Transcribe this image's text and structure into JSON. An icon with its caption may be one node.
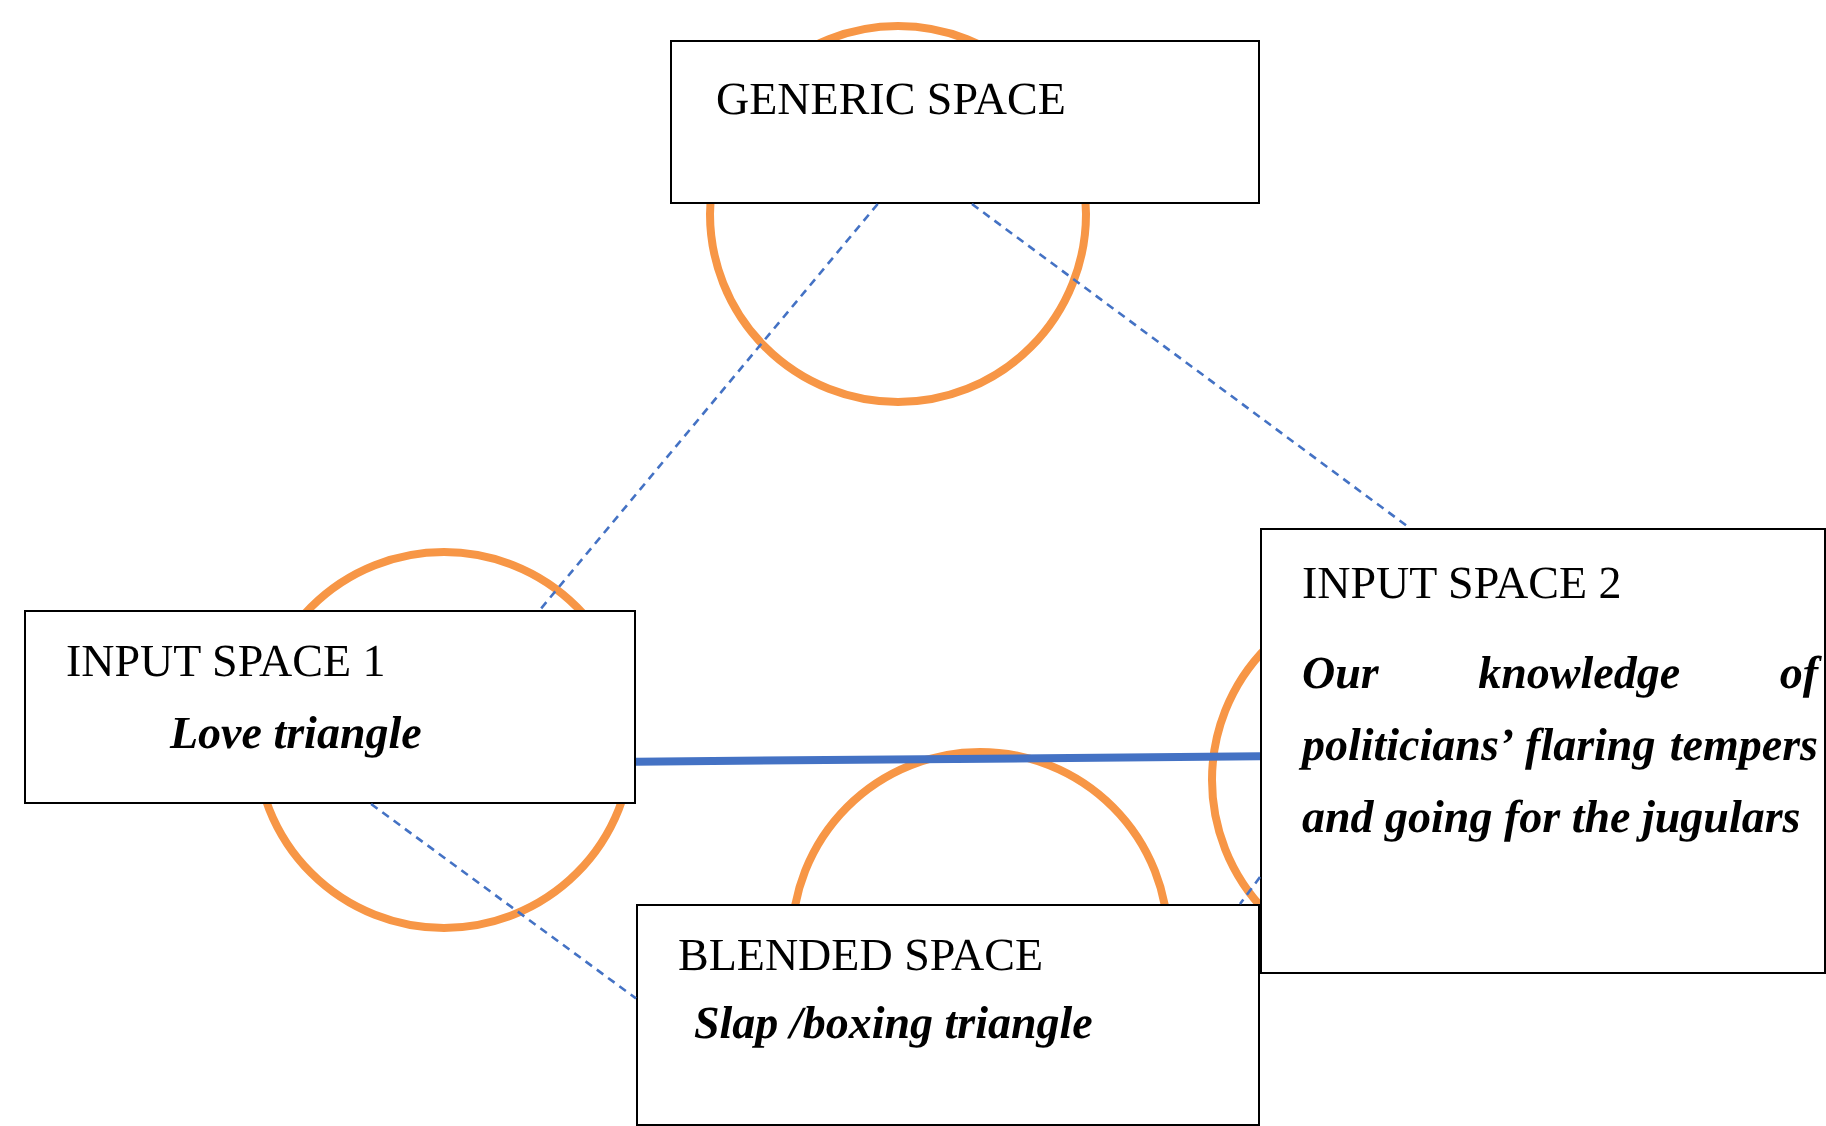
{
  "diagram": {
    "nodes": [
      {
        "text": [
          "GENERIC  SPACE"
        ]
      },
      {
        "text": [
          "INPUT SPACE 1",
          "Love triangle"
        ]
      },
      {
        "text": [
          "INPUT SPACE 2",
          "Our knowledge of politicians’ flaring tempers and going for the jugulars"
        ]
      },
      {
        "text": [
          "BLENDED SPACE",
          "Slap /boxing triangle"
        ]
      }
    ],
    "edges": [
      {
        "from": 0,
        "to": 1,
        "arrow": "none",
        "style": "dashed"
      },
      {
        "from": 0,
        "to": 2,
        "arrow": "none",
        "style": "dashed"
      },
      {
        "from": 2,
        "to": 3,
        "arrow": "none",
        "style": "dashed"
      },
      {
        "from": 1,
        "to": 3,
        "arrow": "none",
        "style": "dashed"
      },
      {
        "from": 1,
        "to": 2,
        "arrow": "none",
        "style": "thick"
      }
    ]
  }
}
